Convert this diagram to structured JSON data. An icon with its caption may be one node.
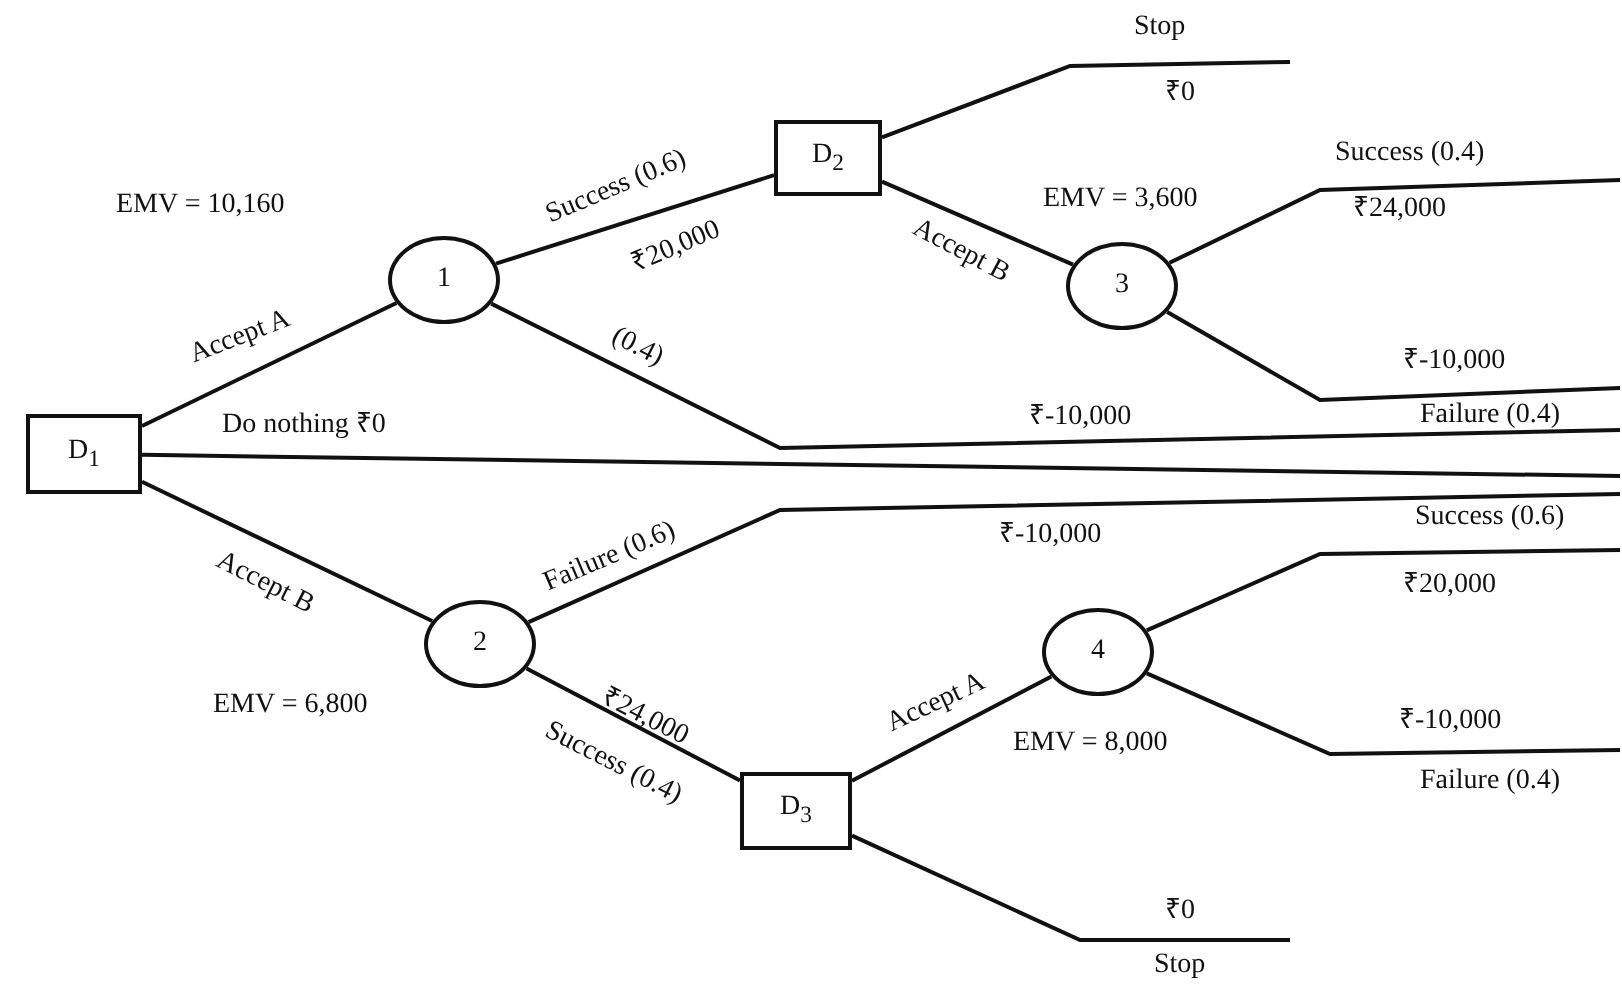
{
  "diagram": {
    "nodes": [
      {
        "text": [
          "D$_{1}$"
        ]
      },
      {
        "text": [
          "1"
        ],
        "beside": [
          "EMV = 10,160"
        ]
      },
      {
        "text": [
          "D$_{2}$"
        ]
      },
      {
        "text": [
          "3"
        ],
        "beside": [
          "EMV = 3,600"
        ]
      },
      {
        "text": [
          "2"
        ],
        "beside": [
          "EMV = 6,800"
        ]
      },
      {
        "text": [
          "D$_{3}$"
        ]
      },
      {
        "text": [
          "4"
        ],
        "beside": [
          "EMV = 8,000"
        ]
      }
    ],
    "edges": [
      {
        "from": 0,
        "to": 1,
        "arrow": "none",
        "label": "Accept A"
      },
      {
        "from": 1,
        "to": 2,
        "arrow": "none",
        "label": "Success (0.6)"
      },
      {
        "from": 2,
        "to": null,
        "arrow": "none",
        "label": "Stop"
      },
      {
        "from": 2,
        "to": 3,
        "arrow": "none",
        "label": "Accept B"
      },
      {
        "from": 3,
        "to": null,
        "arrow": "none",
        "label": "Success (0.4)"
      },
      {
        "from": 3,
        "to": null,
        "arrow": "none",
        "label": "Failure (0.4)"
      },
      {
        "from": 1,
        "to": null,
        "arrow": "none",
        "label": "(0.4)"
      },
      {
        "from": 0,
        "to": null,
        "arrow": "none",
        "label": "Do nothing ₹0"
      },
      {
        "from": 0,
        "to": 4,
        "arrow": "none",
        "label": "Accept B"
      },
      {
        "from": 4,
        "to": null,
        "arrow": "none",
        "label": "Failure (0.6)"
      },
      {
        "from": 4,
        "to": 5,
        "arrow": "none",
        "label": "Success (0.4)"
      },
      {
        "from": 5,
        "to": 6,
        "arrow": "none",
        "label": "Accept A"
      },
      {
        "from": 6,
        "to": null,
        "arrow": "none",
        "label": "Success (0.6)"
      },
      {
        "from": 6,
        "to": null,
        "arrow": "none",
        "label": "Failure (0.4)"
      },
      {
        "from": 5,
        "to": null,
        "arrow": "none",
        "label": "Stop"
      }
    ],
    "labels": [
      "₹0",
      "₹20,000",
      "₹24,000",
      "₹-10,000",
      "₹-10,000",
      "₹-10,000",
      "₹20,000",
      "₹24,000",
      "₹-10,000",
      "₹0"
    ]
  }
}
